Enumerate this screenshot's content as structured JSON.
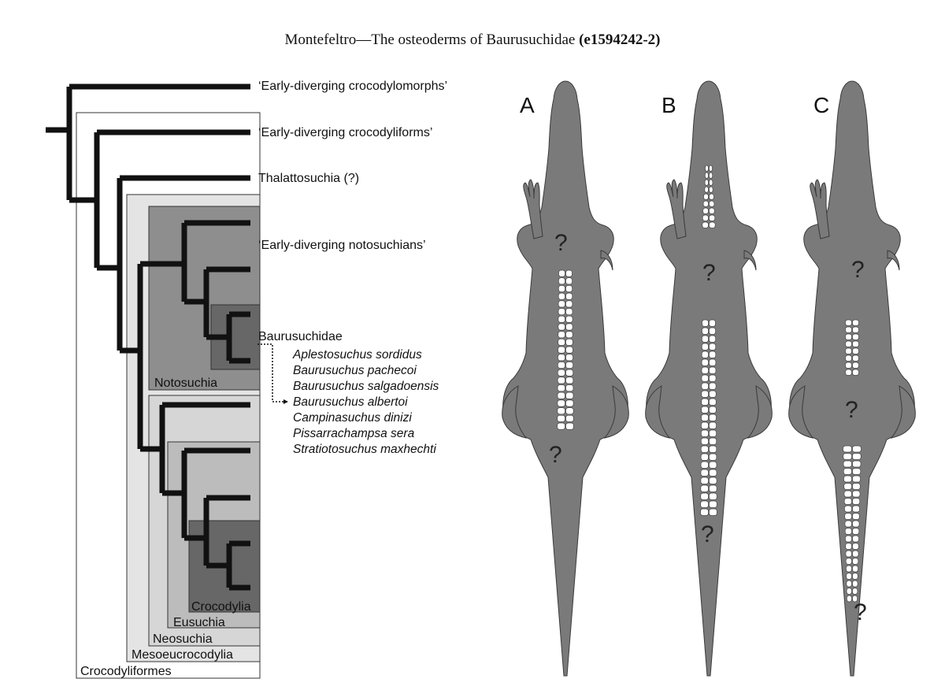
{
  "header": {
    "text": "Montefeltro—The osteoderms of Baurusuchidae",
    "code": "(e1594242-2)"
  },
  "tree": {
    "tips": [
      "‘Early-diverging crocodylomorphs’",
      "‘Early-diverging crocodyliforms’",
      "Thalattosuchia (?)",
      "‘Early-diverging notosuchians’",
      "Baurusuchidae"
    ],
    "species": [
      "Aplestosuchus sordidus",
      "Baurusuchus pachecoi",
      "Baurusuchus salgadoensis",
      "Baurusuchus albertoi",
      "Campinasuchus dinizi",
      "Pissarrachampsa sera",
      "Stratiotosuchus maxhechti"
    ],
    "clades": {
      "notosuchia": "Notosuchia",
      "crocodylia": "Crocodylia",
      "eusuchia": "Eusuchia",
      "neosuchia": "Neosuchia",
      "mesoeucrocodylia": "Mesoeucrocodylia",
      "crocodyliformes": "Crocodyliformes"
    }
  },
  "panels": {
    "a": "A",
    "b": "B",
    "c": "C"
  },
  "unknown_mark": "?",
  "colors": {
    "body": "#7a7a7a",
    "osteoderm": "#ffffff",
    "branch": "#111111",
    "box_light": "#e4e4e4",
    "box_mid": "#bcbcbc",
    "box_dark": "#8e8e8e",
    "box_darkest": "#676767"
  }
}
